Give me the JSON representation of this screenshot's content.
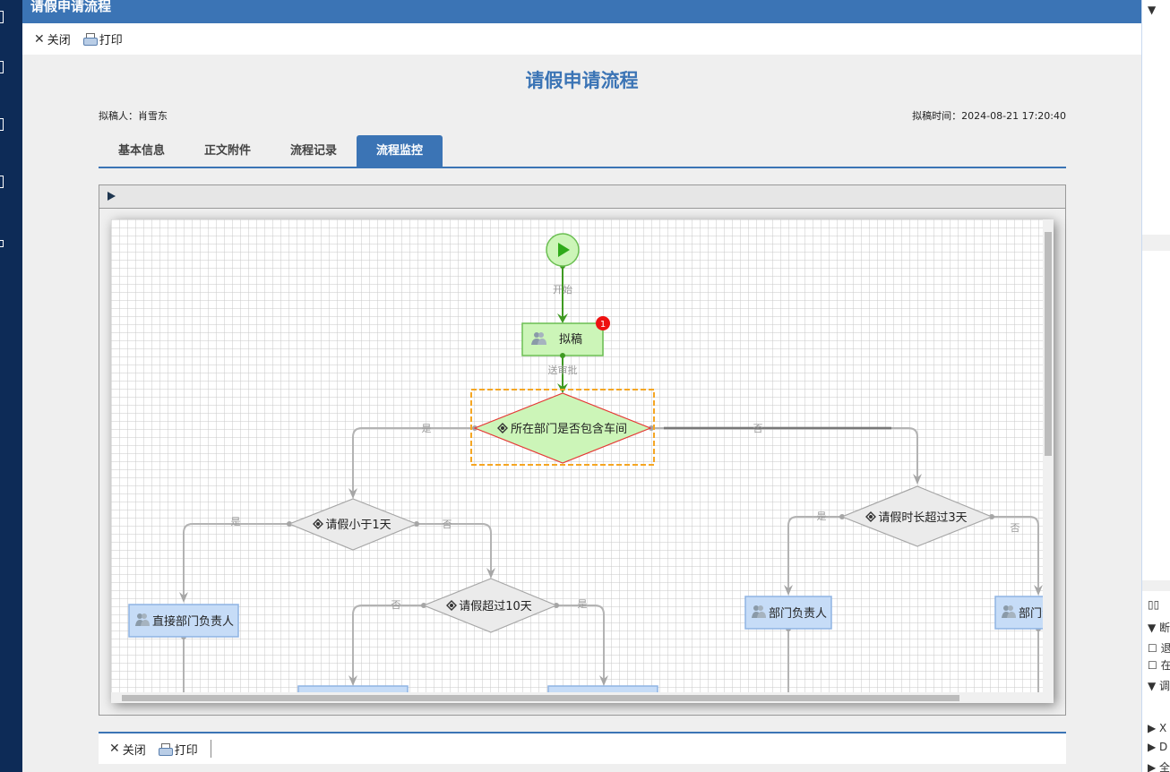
{
  "window": {
    "title": "请假申请流程"
  },
  "toolbar": {
    "close_label": "关闭",
    "print_label": "打印"
  },
  "document": {
    "title": "请假申请流程",
    "drafter_label": "拟稿人：",
    "drafter": "肖雪东",
    "draft_time_label": "拟稿时间：",
    "draft_time": "2024-08-21 17:20:40"
  },
  "tabs": [
    {
      "label": "基本信息",
      "active": false
    },
    {
      "label": "正文附件",
      "active": false
    },
    {
      "label": "流程记录",
      "active": false
    },
    {
      "label": "流程监控",
      "active": true
    }
  ],
  "flow": {
    "start_node": {
      "icon": "play-icon"
    },
    "edges": {
      "start_label": "开始",
      "submit_label": "送审批",
      "yes": "是",
      "no": "否"
    },
    "nodes": {
      "draft": {
        "label": "拟稿",
        "badge": "1",
        "status": "completed"
      },
      "decision_dept": {
        "label": "所在部门是否包含车间",
        "status": "current"
      },
      "decision_lt1": {
        "label": "请假小于1天"
      },
      "decision_gt10": {
        "label": "请假超过10天"
      },
      "decision_gt3": {
        "label": "请假时长超过3天"
      },
      "direct_manager": {
        "label": "直接部门负责人"
      },
      "dept_manager_1": {
        "label": "部门负责人"
      },
      "dept_manager_2": {
        "label": "部门负责人"
      }
    },
    "colors": {
      "completed_fill": "#ccf5b8",
      "completed_stroke": "#6bbf52",
      "active_edge": "#3f9a22",
      "current_stroke": "#e53935",
      "selection": "#f5a623",
      "pending_fill": "#ebebeb",
      "task_fill": "#c6dcf7",
      "task_stroke": "#8fb4e3",
      "badge": "#ee1111"
    }
  },
  "footer": {
    "close_label": "关闭",
    "print_label": "打印"
  },
  "right_panel": {
    "rows": [
      "▼ ",
      "▯▯",
      "▼ 断",
      "☐ 退",
      "☐ 在",
      "▼ 调",
      "▶ X",
      "▶ D",
      "▶ 全"
    ]
  }
}
